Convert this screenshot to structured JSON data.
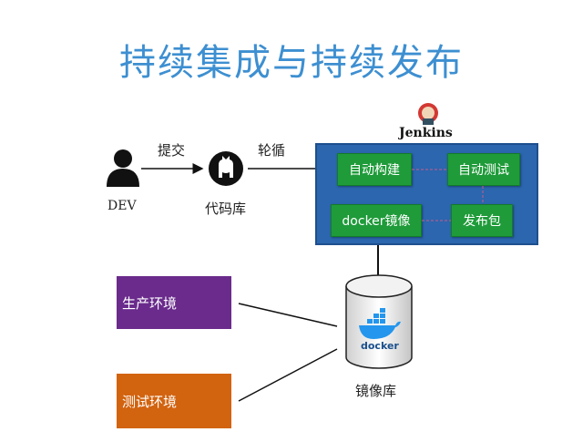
{
  "title": "持续集成与持续发布",
  "nodes": {
    "dev": {
      "label": "DEV",
      "icon": "user-icon"
    },
    "repo": {
      "label": "代码库",
      "icon": "github-icon"
    },
    "jenkins": {
      "label": "Jenkins",
      "icon": "jenkins-logo-icon"
    },
    "registry": {
      "label": "镜像库",
      "icon": "docker-cylinder-icon",
      "logo_text": "docker"
    }
  },
  "edges": {
    "submit": "提交",
    "poll": "轮循"
  },
  "jenkins_steps": [
    {
      "label": "自动构建"
    },
    {
      "label": "自动测试"
    },
    {
      "label": "docker镜像"
    },
    {
      "label": "发布包"
    }
  ],
  "environments": [
    {
      "label": "生产环境",
      "color": "#6a2b8c"
    },
    {
      "label": "测试环境",
      "color": "#d2630f"
    }
  ],
  "colors": {
    "title": "#3d8fd1",
    "jenkins_box": "#2b66ae",
    "step_box": "#1f9b3a"
  }
}
